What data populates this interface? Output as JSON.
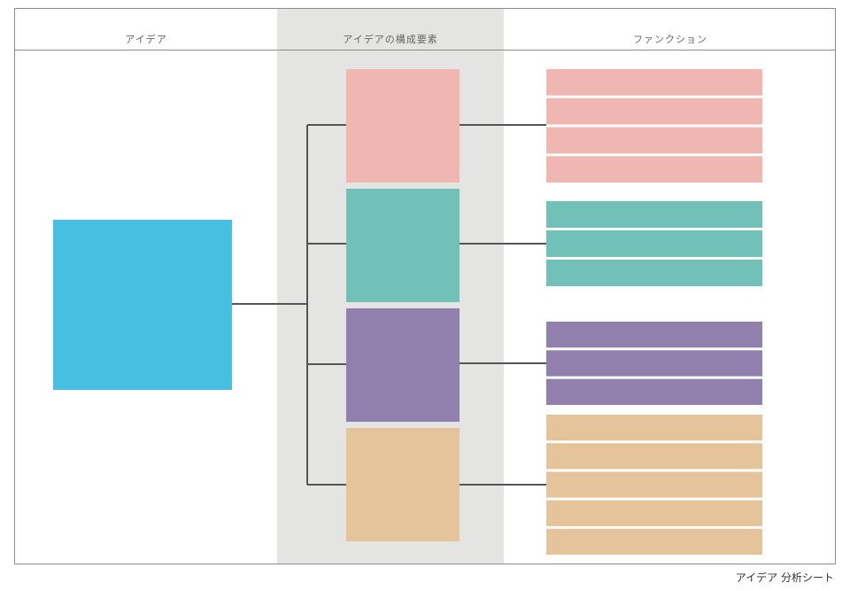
{
  "headers": {
    "idea": "アイデア",
    "components": "アイデアの構成要素",
    "functions": "ファンクション"
  },
  "footer": {
    "title": "アイデア 分析シート"
  },
  "colors": {
    "idea": "#47bfe2",
    "component_1": "#efb6b2",
    "component_2": "#72c1b8",
    "component_3": "#917fae",
    "component_4": "#e5c39b",
    "connector": "#555555",
    "band": "#e4e4e2"
  },
  "groups": [
    {
      "color": "#efb6b2",
      "rows": 4
    },
    {
      "color": "#72c1b8",
      "rows": 3
    },
    {
      "color": "#917fae",
      "rows": 3
    },
    {
      "color": "#e5c39b",
      "rows": 5
    }
  ]
}
